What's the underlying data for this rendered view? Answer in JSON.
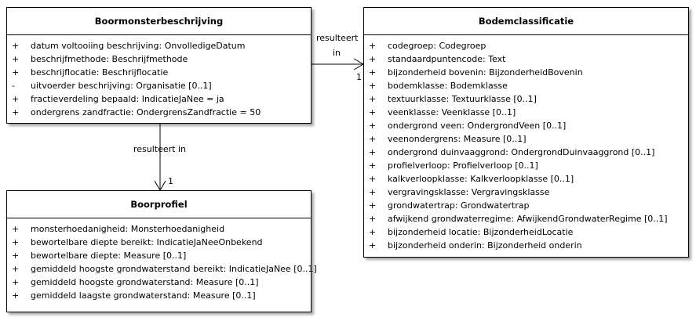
{
  "classes": {
    "boormonster": {
      "title": "Boormonsterbeschrijving",
      "attributes": [
        {
          "vis": "+",
          "text": "datum voltooiing beschrijving: OnvolledigeDatum"
        },
        {
          "vis": "+",
          "text": "beschrijfmethode: Beschrijfmethode"
        },
        {
          "vis": "+",
          "text": "beschrijflocatie: Beschrijflocatie"
        },
        {
          "vis": "-",
          "text": "uitvoerder beschrijving: Organisatie [0..1]"
        },
        {
          "vis": "+",
          "text": "fractieverdeling bepaald: IndicatieJaNee = ja"
        },
        {
          "vis": "+",
          "text": "ondergrens zandfractie: OndergrensZandfractie = 50"
        }
      ]
    },
    "bodemclassificatie": {
      "title": "Bodemclassificatie",
      "attributes": [
        {
          "vis": "+",
          "text": "codegroep: Codegroep"
        },
        {
          "vis": "+",
          "text": "standaardpuntencode: Text"
        },
        {
          "vis": "+",
          "text": "bijzonderheid bovenin: BijzonderheidBovenin"
        },
        {
          "vis": "+",
          "text": "bodemklasse: Bodemklasse"
        },
        {
          "vis": "+",
          "text": "textuurklasse: Textuurklasse [0..1]"
        },
        {
          "vis": "+",
          "text": "veenklasse: Veenklasse [0..1]"
        },
        {
          "vis": "+",
          "text": "ondergrond veen: OndergrondVeen [0..1]"
        },
        {
          "vis": "+",
          "text": "veenondergrens: Measure [0..1]"
        },
        {
          "vis": "+",
          "text": "ondergrond duinvaaggrond: OndergrondDuinvaaggrond [0..1]"
        },
        {
          "vis": "+",
          "text": "profielverloop: Profielverloop [0..1]"
        },
        {
          "vis": "+",
          "text": "kalkverloopklasse: Kalkverloopklasse [0..1]"
        },
        {
          "vis": "+",
          "text": "vergravingsklasse: Vergravingsklasse"
        },
        {
          "vis": "+",
          "text": "grondwatertrap: Grondwatertrap"
        },
        {
          "vis": "+",
          "text": "afwijkend grondwaterregime: AfwijkendGrondwaterRegime [0..1]"
        },
        {
          "vis": "+",
          "text": "bijzonderheid locatie: BijzonderheidLocatie"
        },
        {
          "vis": "+",
          "text": "bijzonderheid onderin: Bijzonderheid onderin"
        }
      ]
    },
    "boorprofiel": {
      "title": "Boorprofiel",
      "attributes": [
        {
          "vis": "+",
          "text": "monsterhoedanigheid: Monsterhoedanigheid"
        },
        {
          "vis": "+",
          "text": "bewortelbare diepte bereikt: IndicatieJaNeeOnbekend"
        },
        {
          "vis": "+",
          "text": "bewortelbare diepte: Measure [0..1]"
        },
        {
          "vis": "+",
          "text": "gemiddeld hoogste grondwaterstand bereikt: IndicatieJaNee [0..1]"
        },
        {
          "vis": "+",
          "text": "gemiddeld hoogste grondwaterstand: Measure [0..1]"
        },
        {
          "vis": "+",
          "text": "gemiddeld laagste grondwaterstand: Measure [0..1]"
        }
      ]
    }
  },
  "associations": {
    "to_bodemclassificatie": {
      "label_line1": "resulteert",
      "label_line2": "in",
      "multiplicity": "1"
    },
    "to_boorprofiel": {
      "label": "resulteert in",
      "multiplicity": "1"
    }
  }
}
